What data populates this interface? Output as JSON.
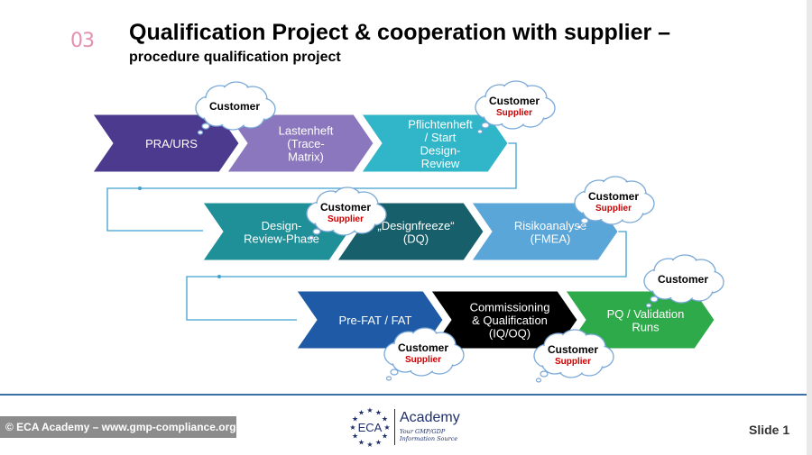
{
  "header": {
    "section_mark": "03",
    "title": "Qualification Project & cooperation with supplier –",
    "subtitle": "procedure qualification project"
  },
  "steps": [
    {
      "label": "PRA/URS",
      "color": "#4b3a8e"
    },
    {
      "label": "Lastenheft\n(Trace-\nMatrix)",
      "color": "#8a77bd"
    },
    {
      "label": "Pflichtenheft\n/ Start\nDesign-\nReview",
      "color": "#31b5c8"
    },
    {
      "label": "Design-\nReview-Phase",
      "color": "#1f8f98"
    },
    {
      "label": "„Designfreeze“\n(DQ)",
      "color": "#175f6a"
    },
    {
      "label": "Risikoanalyse\n(FMEA)",
      "color": "#5aa6d9"
    },
    {
      "label": "Pre-FAT / FAT",
      "color": "#1e5aa6"
    },
    {
      "label": "Commissioning\n& Qualification\n(IQ/OQ)",
      "color": "#000000"
    },
    {
      "label": "PQ / Validation\nRuns",
      "color": "#2eaa4a"
    }
  ],
  "clouds": [
    {
      "customer": "Customer",
      "supplier": ""
    },
    {
      "customer": "Customer",
      "supplier": "Supplier"
    },
    {
      "customer": "Customer",
      "supplier": "Supplier"
    },
    {
      "customer": "Customer",
      "supplier": "Supplier"
    },
    {
      "customer": "Customer",
      "supplier": ""
    },
    {
      "customer": "Customer",
      "supplier": "Supplier"
    },
    {
      "customer": "Customer",
      "supplier": "Supplier"
    }
  ],
  "colors": {
    "connector": "#3fa0d0",
    "supplier_text": "#cc0000",
    "cloud_outline": "#7aa9d8"
  },
  "footer": {
    "copyright": "© ECA Academy – www.gmp-compliance.org",
    "logo_short": "ECA",
    "logo_word": "Academy",
    "logo_tagline": "Your GMP/GDP\nInformation Source",
    "slide_label": "Slide 1"
  }
}
